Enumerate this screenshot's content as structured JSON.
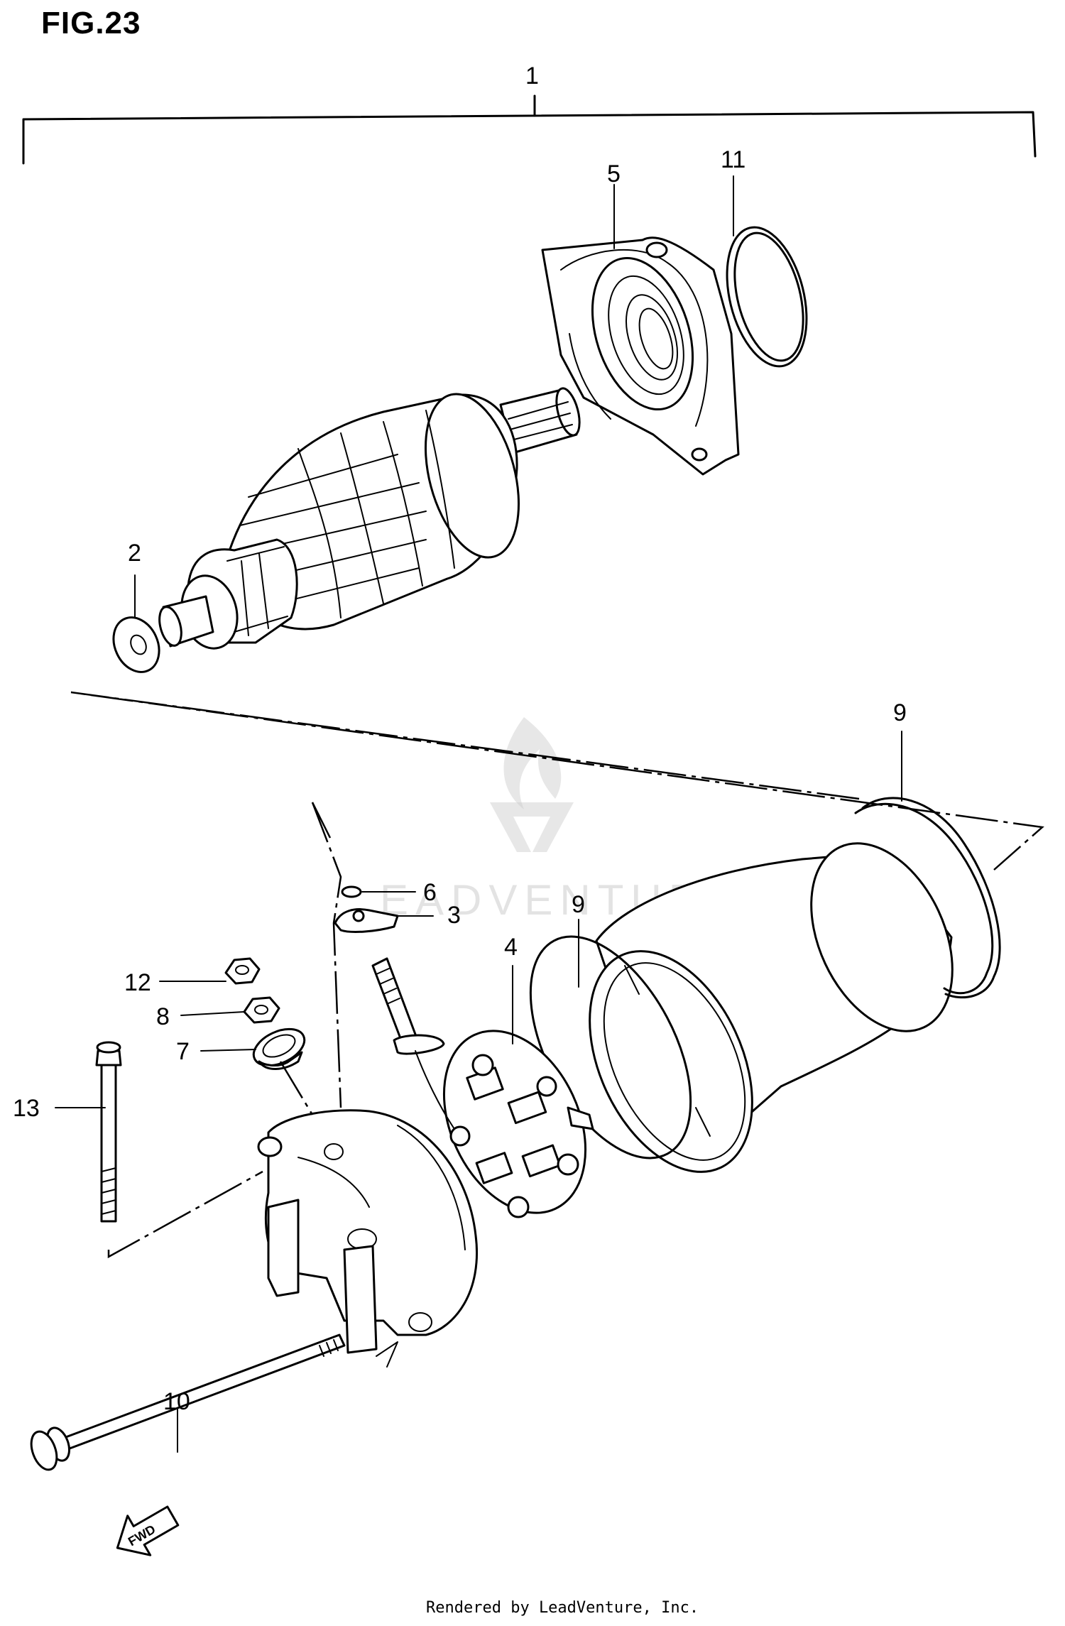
{
  "figure": {
    "title": "FIG.23"
  },
  "callouts": [
    "1",
    "2",
    "3",
    "4",
    "5",
    "6",
    "7",
    "8",
    "9",
    "9",
    "10",
    "11",
    "12",
    "13"
  ],
  "watermark": "EADVENTURE",
  "fwd_label": "FWD",
  "footer": "Rendered by LeadVenture, Inc."
}
